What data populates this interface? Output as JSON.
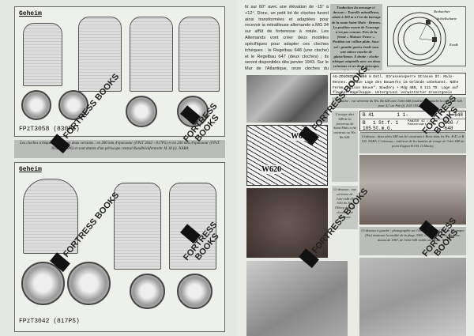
{
  "left_page": {
    "top_plan": {
      "title": "Geheim",
      "label": "FPzT3058 (830P6)"
    },
    "caption": "Les cloches tchèques existent en deux versions : en 300 mm d'épaisseur (FPzT 3042 - 817P5) et en 200 mm d'épaisseur (FPzT 3058 - 830P6) et sont dotées d'un périscope central Rundblickfernrohr M 38 (t). NARA",
    "bottom_plan": {
      "title": "Geheim",
      "label": "FPzT3042 (817P5)"
    }
  },
  "right_page": {
    "body_text": "tir sur 60° avec une élévation de -15° à +12°. Donc, un petit lot de cloches furent ainsi transformées et adaptées pour recevoir la mitrailleuse allemande s.MG 34 sur affût de forteresse à rotule. Les Allemands vont créer deux modèles spécifiques pour adapter ces cloches tchèques : le Regelbau 648 (une cloche) et le Regelbau 647 (deux cloches) ; ils seront disponibles dès janvier 1943. Sur le Mur de l'Atlantique, onze cloches du modèle FPzT 3058 830P6 (200 mm) tiré du S Atlas, vont être programmées en France.",
    "translation_box": "Traduction du message ci-dessous : Tourelle mitrailleuse, située à 300 m à l'est du barrage de la route Saint-Malo - Rennes. La position exacte de l'ouvrage n'est pas connue. Près de la ferme « Maison-Neuve ». Position sur colline plate. Sous-sol : granite-gneiss érodé sous une mince couche de glaise/limon. À droite : cloche tchèque originelle avec ses deux créneaux et ses deux épiscopes d'observation. DR",
    "diagram_labels": [
      "Beobachter",
      "Schießscharte",
      "Ecrdk"
    ],
    "typed_message": "AU-ZOUGNIES. 300 m Ostl. Strassensperre Strasse St. Malo-Rennes. Genaue Lage des Bauwerks im Gelände unbekannt. Nähe Ferme \"Maison Neuve\". Bowdery + Mdg 4BN, S 111 TO. Lage auf flacher Hügelkuppe. Untergrund: verwitterter Granitgneis unter dünner Lehmdecke.",
    "caption_top": "À gauche : vue aérienne du Wn. Ra 628 avec l'abri 648 fossilisé et à gauche la casemate 626 pour 4,7 cm Pak (f). IGN 1952",
    "side_caption_1": "L'unique abri 648 de la forteresse de Saint-Malo a été construit au Wn. Ra 628.",
    "table": [
      {
        "code": "B 41",
        "count": "1 1-",
        "desc": "",
        "type": "648"
      },
      {
        "code": "B 105",
        "count": "1 St.f.\n1 St.m.G.",
        "desc": "PANZER 42 / Panzerwart.Turm",
        "type": "500 / 648"
      }
    ],
    "caption_middle": "Ci-dessus : deux abris 648 ont été construits à Brest dans les Wn. B 41 et B 105. NARA. Ci-dessous : intérieur de la chambre de troupe de l'abri 648 du point d'appui B 105. O.Mastey",
    "side_caption_2": "Ci-dessous : vue aérienne de l'abri 648 (B 105) du Stp. Olberg dont la cloche a été fossilisée.",
    "map_labels": [
      "W616",
      "W620"
    ],
    "caption_bottom": "Ci-dessous à gauche : photographie sur l'arrière de l'abri 648 de Lecomper (Wn) montrant la totalité de la plage 3000. Ci-dessous : vue aérienne, datant de 1967, de l'abri 648 visible au centre. IGN",
    "watermark": "FORTRESS BOOKS"
  }
}
